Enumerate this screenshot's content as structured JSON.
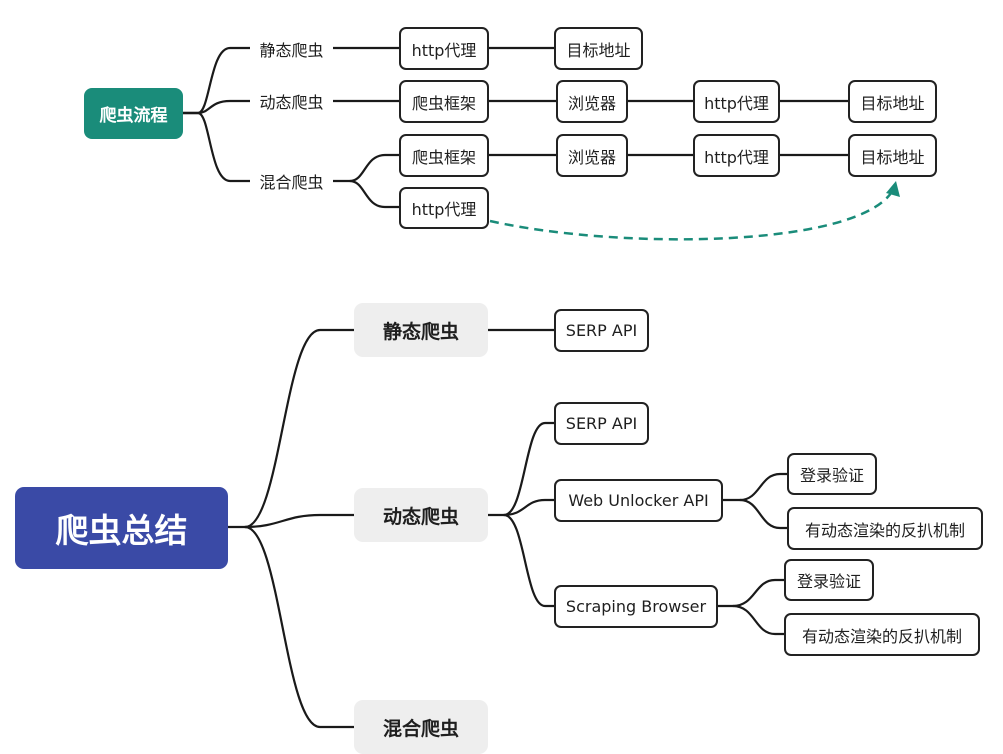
{
  "flow": {
    "root": "爬虫流程",
    "static_label": "静态爬虫",
    "dynamic_label": "动态爬虫",
    "mixed_label": "混合爬虫",
    "static_chain": [
      "http代理",
      "目标地址"
    ],
    "dynamic_chain": [
      "爬虫框架",
      "浏览器",
      "http代理",
      "目标地址"
    ],
    "mixed_chain": [
      "爬虫框架",
      "浏览器",
      "http代理",
      "目标地址"
    ],
    "mixed_alt": "http代理",
    "accent_color": "#1a8c7a"
  },
  "summary": {
    "root": "爬虫总结",
    "static_label": "静态爬虫",
    "dynamic_label": "动态爬虫",
    "mixed_label": "混合爬虫",
    "static_item": "SERP API",
    "dynamic_items": [
      "SERP API",
      "Web Unlocker API",
      "Scraping Browser"
    ],
    "unlocker_children": [
      "登录验证",
      "有动态渲染的反扒机制"
    ],
    "browser_children": [
      "登录验证",
      "有动态渲染的反扒机制"
    ],
    "root_color": "#3a4aa6"
  }
}
